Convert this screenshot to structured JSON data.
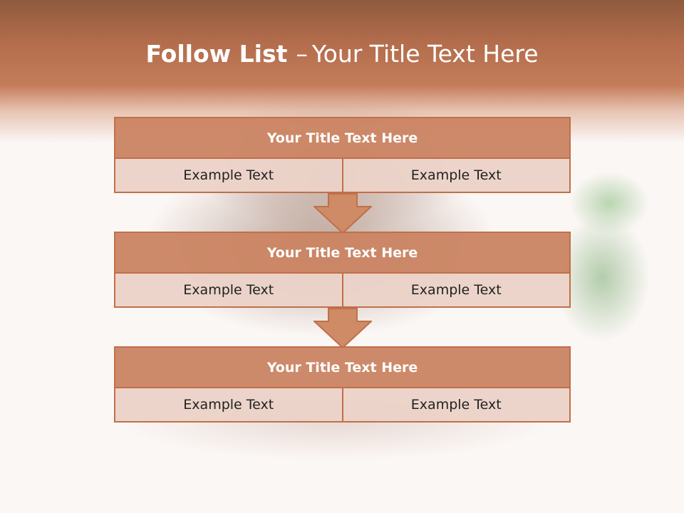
{
  "slide": {
    "title_bold": "Follow List",
    "title_sep": "–",
    "title_rest": "Your Title Text Here",
    "accent_color": "#c0704a",
    "header_color": "#ca8462",
    "cell_color": "#ebd2c8"
  },
  "steps": [
    {
      "title": "Your Title Text Here",
      "cells": [
        "Example Text",
        "Example Text"
      ]
    },
    {
      "title": "Your Title Text Here",
      "cells": [
        "Example Text",
        "Example Text"
      ]
    },
    {
      "title": "Your Title Text Here",
      "cells": [
        "Example Text",
        "Example Text"
      ]
    }
  ],
  "connectors": [
    "arrow-down-icon",
    "arrow-down-icon"
  ]
}
